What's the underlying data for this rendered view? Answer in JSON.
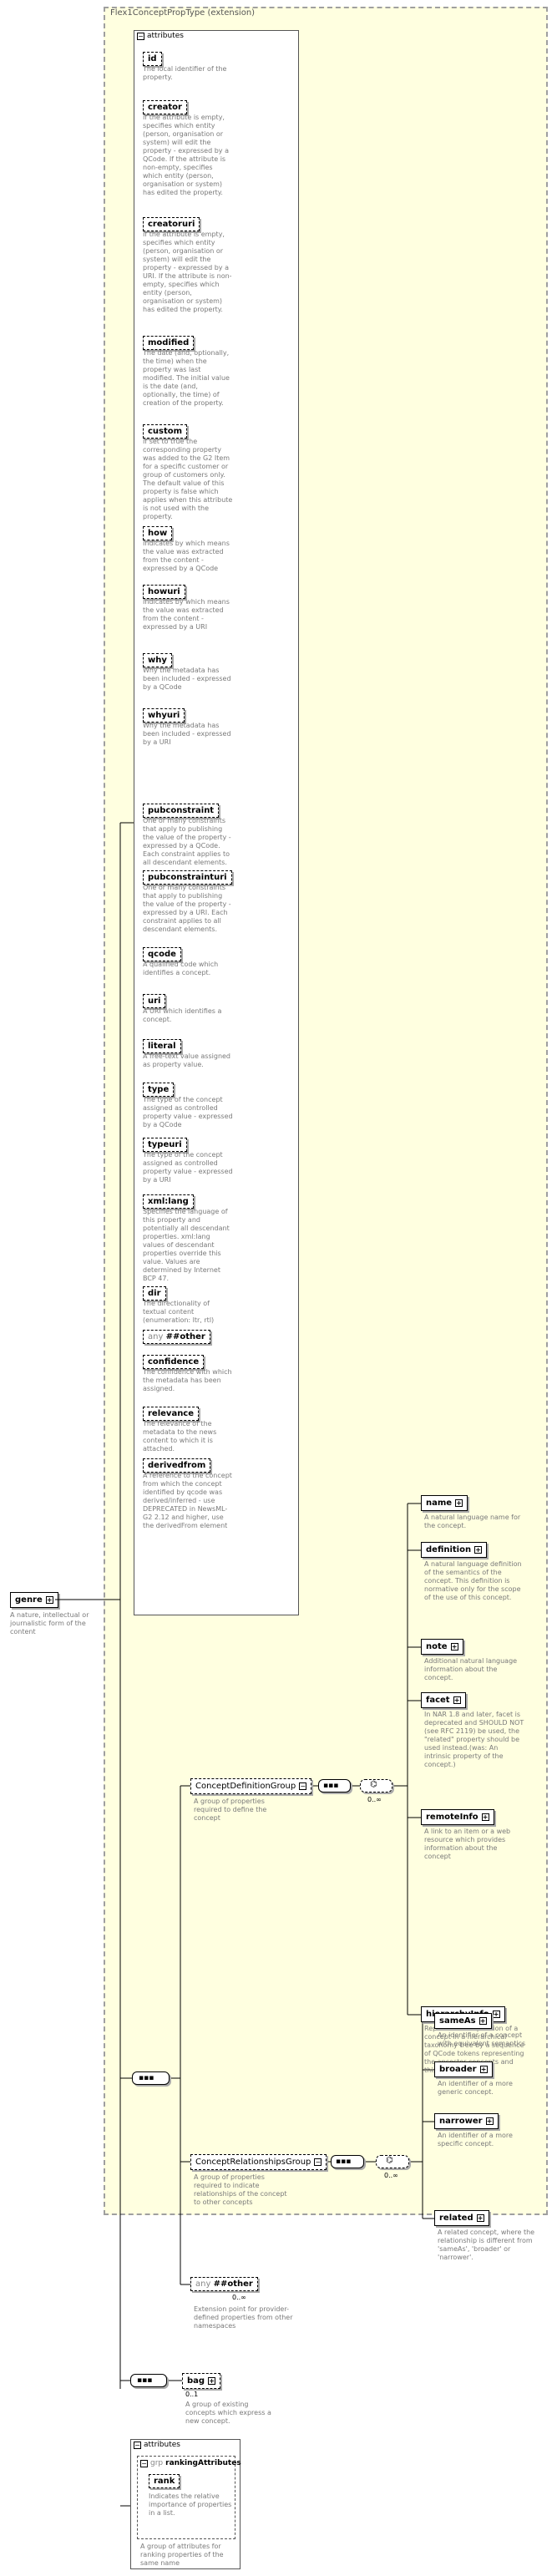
{
  "type_name": "Flex1ConceptPropType (extension)",
  "root": {
    "name": "genre",
    "desc": "A nature, intellectual or journalistic form of the content"
  },
  "attributes_label": "attributes",
  "attributes": [
    {
      "name": "id",
      "desc": "The local identifier of the property."
    },
    {
      "name": "creator",
      "desc": "If the attribute is empty, specifies which entity (person, organisation or system) will edit the property - expressed by a QCode. If the attribute is non-empty, specifies which entity (person, organisation or system) has edited the property."
    },
    {
      "name": "creatoruri",
      "desc": "If the attribute is empty, specifies which entity (person, organisation or system) will edit the property - expressed by a URI. If the attribute is non-empty, specifies which entity (person, organisation or system) has edited the property."
    },
    {
      "name": "modified",
      "desc": "The date (and, optionally, the time) when the property was last modified. The initial value is the date (and, optionally, the time) of creation of the property."
    },
    {
      "name": "custom",
      "desc": "If set to true the corresponding property was added to the G2 Item for a specific customer or group of customers only. The default value of this property is false which applies when this attribute is not used with the property."
    },
    {
      "name": "how",
      "desc": "Indicates by which means the value was extracted from the content - expressed by a QCode"
    },
    {
      "name": "howuri",
      "desc": "Indicates by which means the value was extracted from the content - expressed by a URI"
    },
    {
      "name": "why",
      "desc": "Why the metadata has been included - expressed by a QCode"
    },
    {
      "name": "whyuri",
      "desc": "Why the metadata has been included - expressed by a URI"
    },
    {
      "name": "pubconstraint",
      "desc": "One or many constraints that apply to publishing the value of the property - expressed by a QCode. Each constraint applies to all descendant elements."
    },
    {
      "name": "pubconstrainturi",
      "desc": "One or many constraints that apply to publishing the value of the property - expressed by a URI. Each constraint applies to all descendant elements."
    },
    {
      "name": "qcode",
      "desc": "A qualified code which identifies a concept."
    },
    {
      "name": "uri",
      "desc": "A URI which identifies a concept."
    },
    {
      "name": "literal",
      "desc": "A free-text value assigned as property value."
    },
    {
      "name": "type",
      "desc": "The type of the concept assigned as controlled property value - expressed by a QCode"
    },
    {
      "name": "typeuri",
      "desc": "The type of the concept assigned as controlled property value - expressed by a URI"
    },
    {
      "name": "xml:lang",
      "desc": "Specifies the language of this property and potentially all descendant properties. xml:lang values of descendant properties override this value. Values are determined by Internet BCP 47."
    },
    {
      "name": "dir",
      "desc": "The directionality of textual content (enumeration: ltr, rtl)"
    },
    {
      "name": "##other",
      "prefix": "any",
      "desc": ""
    },
    {
      "name": "confidence",
      "desc": "The confidence with which the metadata has been assigned."
    },
    {
      "name": "relevance",
      "desc": "The relevance of the metadata to the news content to which it is attached."
    },
    {
      "name": "derivedfrom",
      "desc": "A reference to the concept from which the concept identified by qcode was derived/inferred - use DEPRECATED in NewsML-G2 2.12 and higher, use the derivedFrom element"
    }
  ],
  "concept_def_group": {
    "name": "ConceptDefinitionGroup",
    "desc": "A group of properties required to define the concept",
    "occ": "0..∞"
  },
  "concept_def_elements": [
    {
      "name": "name",
      "desc": "A natural language name for the concept."
    },
    {
      "name": "definition",
      "desc": "A natural language definition of the semantics of the concept. This definition is normative only for the scope of the use of this concept."
    },
    {
      "name": "note",
      "desc": "Additional natural language information about the concept."
    },
    {
      "name": "facet",
      "desc": "In NAR 1.8 and later, facet is deprecated and SHOULD NOT (see RFC 2119) be used, the \"related\" property should be used instead.(was: An intrinsic property of the concept.)"
    },
    {
      "name": "remoteInfo",
      "desc": "A link to an item or a web resource which provides information about the concept"
    },
    {
      "name": "hierarchyInfo",
      "desc": "Represents the position of a concept in a hierarchical taxonomy tree by a sequence of QCode tokens representing the ancestor concepts and this concept"
    }
  ],
  "concept_rel_group": {
    "name": "ConceptRelationshipsGroup",
    "desc": "A group of properties required to indicate relationships of the concept to other concepts",
    "occ": "0..∞"
  },
  "concept_rel_elements": [
    {
      "name": "sameAs",
      "desc": "An identifier of a concept with equivalent semantics"
    },
    {
      "name": "broader",
      "desc": "An identifier of a more generic concept."
    },
    {
      "name": "narrower",
      "desc": "An identifier of a more specific concept."
    },
    {
      "name": "related",
      "desc": "A related concept, where the relationship is different from 'sameAs', 'broader' or 'narrower'."
    }
  ],
  "any_other": {
    "prefix": "any",
    "name": "##other",
    "occ": "0..∞",
    "desc": "Extension point for provider-defined properties from other namespaces"
  },
  "bag": {
    "name": "bag",
    "desc": "A group of existing concepts which express a new concept.",
    "occ": "0..1"
  },
  "bottom": {
    "attributes_label": "attributes",
    "group_prefix": "grp",
    "group_name": "rankingAttributes",
    "attr": {
      "name": "rank",
      "desc": "Indicates the relative importance of properties in a list."
    },
    "group_desc": "A group of attributes for ranking properties of the same name"
  },
  "symbols": {
    "plus": "+",
    "minus": "−",
    "infinity": "0..∞"
  }
}
